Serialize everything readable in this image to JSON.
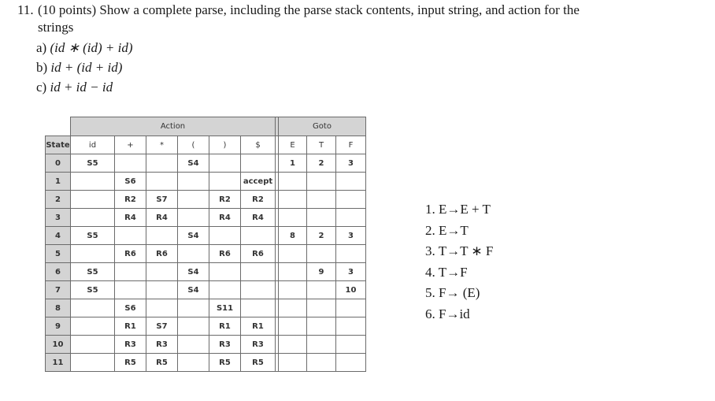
{
  "question": {
    "number": "11.",
    "text": "(10 points) Show a complete parse, including the parse stack contents, input string, and action for the",
    "continuation": "strings",
    "parts": [
      {
        "label": "a)",
        "expr": "(id ∗ (id) + id)"
      },
      {
        "label": "b)",
        "expr": "id + (id + id)"
      },
      {
        "label": "c)",
        "expr": "id + id − id"
      }
    ]
  },
  "table": {
    "action_label": "Action",
    "goto_label": "Goto",
    "state_header": "State",
    "action_columns": [
      "id",
      "+",
      "*",
      "(",
      ")",
      "$"
    ],
    "goto_columns": [
      "E",
      "T",
      "F"
    ],
    "rows": [
      {
        "state": "0",
        "action": [
          "S5",
          "",
          "",
          "S4",
          "",
          ""
        ],
        "goto": [
          "1",
          "2",
          "3"
        ]
      },
      {
        "state": "1",
        "action": [
          "",
          "S6",
          "",
          "",
          "",
          "accept"
        ],
        "goto": [
          "",
          "",
          ""
        ]
      },
      {
        "state": "2",
        "action": [
          "",
          "R2",
          "S7",
          "",
          "R2",
          "R2"
        ],
        "goto": [
          "",
          "",
          ""
        ]
      },
      {
        "state": "3",
        "action": [
          "",
          "R4",
          "R4",
          "",
          "R4",
          "R4"
        ],
        "goto": [
          "",
          "",
          ""
        ]
      },
      {
        "state": "4",
        "action": [
          "S5",
          "",
          "",
          "S4",
          "",
          ""
        ],
        "goto": [
          "8",
          "2",
          "3"
        ]
      },
      {
        "state": "5",
        "action": [
          "",
          "R6",
          "R6",
          "",
          "R6",
          "R6"
        ],
        "goto": [
          "",
          "",
          ""
        ]
      },
      {
        "state": "6",
        "action": [
          "S5",
          "",
          "",
          "S4",
          "",
          ""
        ],
        "goto": [
          "",
          "9",
          "3"
        ]
      },
      {
        "state": "7",
        "action": [
          "S5",
          "",
          "",
          "S4",
          "",
          ""
        ],
        "goto": [
          "",
          "",
          "10"
        ]
      },
      {
        "state": "8",
        "action": [
          "",
          "S6",
          "",
          "",
          "S11",
          ""
        ],
        "goto": [
          "",
          "",
          ""
        ]
      },
      {
        "state": "9",
        "action": [
          "",
          "R1",
          "S7",
          "",
          "R1",
          "R1"
        ],
        "goto": [
          "",
          "",
          ""
        ]
      },
      {
        "state": "10",
        "action": [
          "",
          "R3",
          "R3",
          "",
          "R3",
          "R3"
        ],
        "goto": [
          "",
          "",
          ""
        ]
      },
      {
        "state": "11",
        "action": [
          "",
          "R5",
          "R5",
          "",
          "R5",
          "R5"
        ],
        "goto": [
          "",
          "",
          ""
        ]
      }
    ]
  },
  "grammar": [
    "1. E→E + T",
    "2. E→T",
    "3. T→T ∗ F",
    "4. T→F",
    "5. F→  (E)",
    "6. F→id"
  ]
}
